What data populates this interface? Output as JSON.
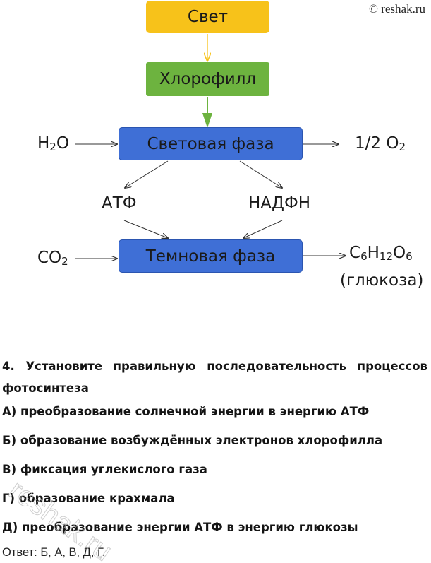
{
  "watermark": "© reshak.ru",
  "diagram": {
    "light": "Свет",
    "chlorophyll": "Хлорофилл",
    "light_phase": "Световая фаза",
    "dark_phase": "Темновая фаза",
    "h2o": {
      "base": "H",
      "sub": "2",
      "tail": "O"
    },
    "o2": {
      "base": "1/2 O",
      "sub": "2"
    },
    "atp": "АТФ",
    "nadph": "НАДФН",
    "co2": {
      "base": "CO",
      "sub": "2"
    },
    "glucose_formula": {
      "c": "C",
      "c_sub": "6",
      "h": "H",
      "h_sub": "12",
      "o": "O",
      "o_sub": "6"
    },
    "glucose_name": "(глюкоза)",
    "colors": {
      "light": "#f7c21a",
      "chlorophyll": "#6db33f",
      "phase": "#3f6fd6"
    }
  },
  "question": {
    "title": "4. Установите правильную последовательность процессов фотосинтеза",
    "options": [
      "А) преобразование солнечной энергии в энергию АТФ",
      "Б) образование возбуждённых электронов хлорофилла",
      "В) фиксация углекислого газа",
      "Г) образование крахмала",
      "Д) преобразование энергии АТФ в энергию глюкозы"
    ],
    "answer": "Ответ: Б, А, В, Д, Г."
  },
  "diagonal_watermark": "reshak.ru"
}
